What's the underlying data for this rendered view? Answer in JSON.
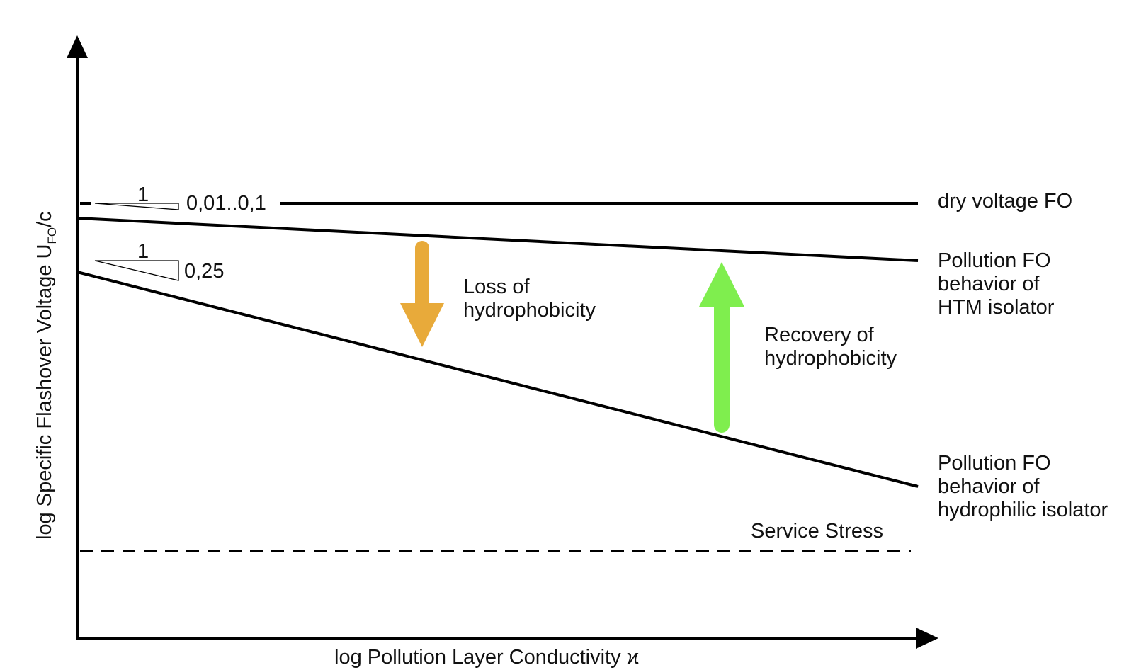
{
  "axes": {
    "x_label": "log Pollution Layer Conductivity ϰ",
    "y_label_main": "log Specific Flashover Voltage U",
    "y_label_sub": "FO",
    "y_label_tail": "/c"
  },
  "slopes": {
    "dry": {
      "run": "1",
      "rise": "0,01..0,1"
    },
    "hydrophilic": {
      "run": "1",
      "rise": "0,25"
    }
  },
  "curves": {
    "dry_label": "dry voltage FO",
    "htm_label": [
      "Pollution FO",
      "behavior of",
      "HTM isolator"
    ],
    "hydrophilic_label": [
      "Pollution FO",
      "behavior of",
      "hydrophilic isolator"
    ],
    "service_stress_label": "Service Stress"
  },
  "arrows": {
    "loss_label": [
      "Loss of",
      "hydrophobicity"
    ],
    "loss_color": "#E8AA3A",
    "recovery_label": [
      "Recovery of",
      "hydrophobicity"
    ],
    "recovery_color": "#7FEE4E"
  }
}
